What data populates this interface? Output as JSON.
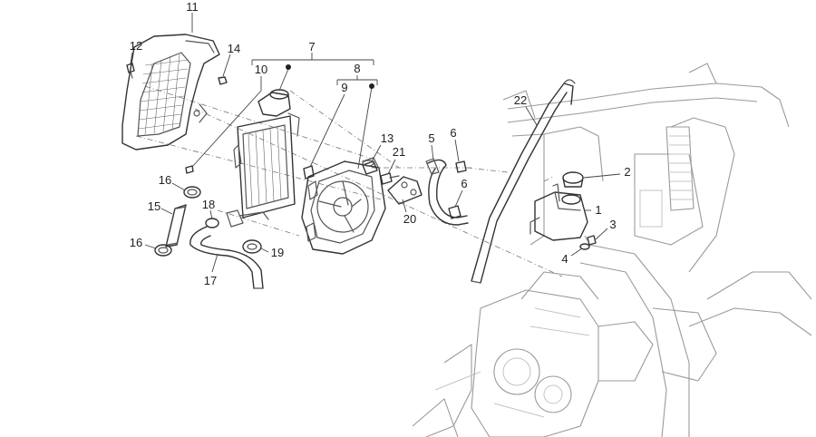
{
  "callouts": [
    {
      "id": "c11",
      "label": "11"
    },
    {
      "id": "c12",
      "label": "12"
    },
    {
      "id": "c14",
      "label": "14"
    },
    {
      "id": "c7",
      "label": "7"
    },
    {
      "id": "c10",
      "label": "10"
    },
    {
      "id": "c8",
      "label": "8"
    },
    {
      "id": "c9",
      "label": "9"
    },
    {
      "id": "c13",
      "label": "13"
    },
    {
      "id": "c21",
      "label": "21"
    },
    {
      "id": "c5",
      "label": "5"
    },
    {
      "id": "c6a",
      "label": "6"
    },
    {
      "id": "c6b",
      "label": "6"
    },
    {
      "id": "c20",
      "label": "20"
    },
    {
      "id": "c22",
      "label": "22"
    },
    {
      "id": "c2",
      "label": "2"
    },
    {
      "id": "c1",
      "label": "1"
    },
    {
      "id": "c3",
      "label": "3"
    },
    {
      "id": "c4",
      "label": "4"
    },
    {
      "id": "c16a",
      "label": "16"
    },
    {
      "id": "c15",
      "label": "15"
    },
    {
      "id": "c18",
      "label": "18"
    },
    {
      "id": "c16b",
      "label": "16"
    },
    {
      "id": "c17",
      "label": "17"
    },
    {
      "id": "c19",
      "label": "19"
    }
  ]
}
